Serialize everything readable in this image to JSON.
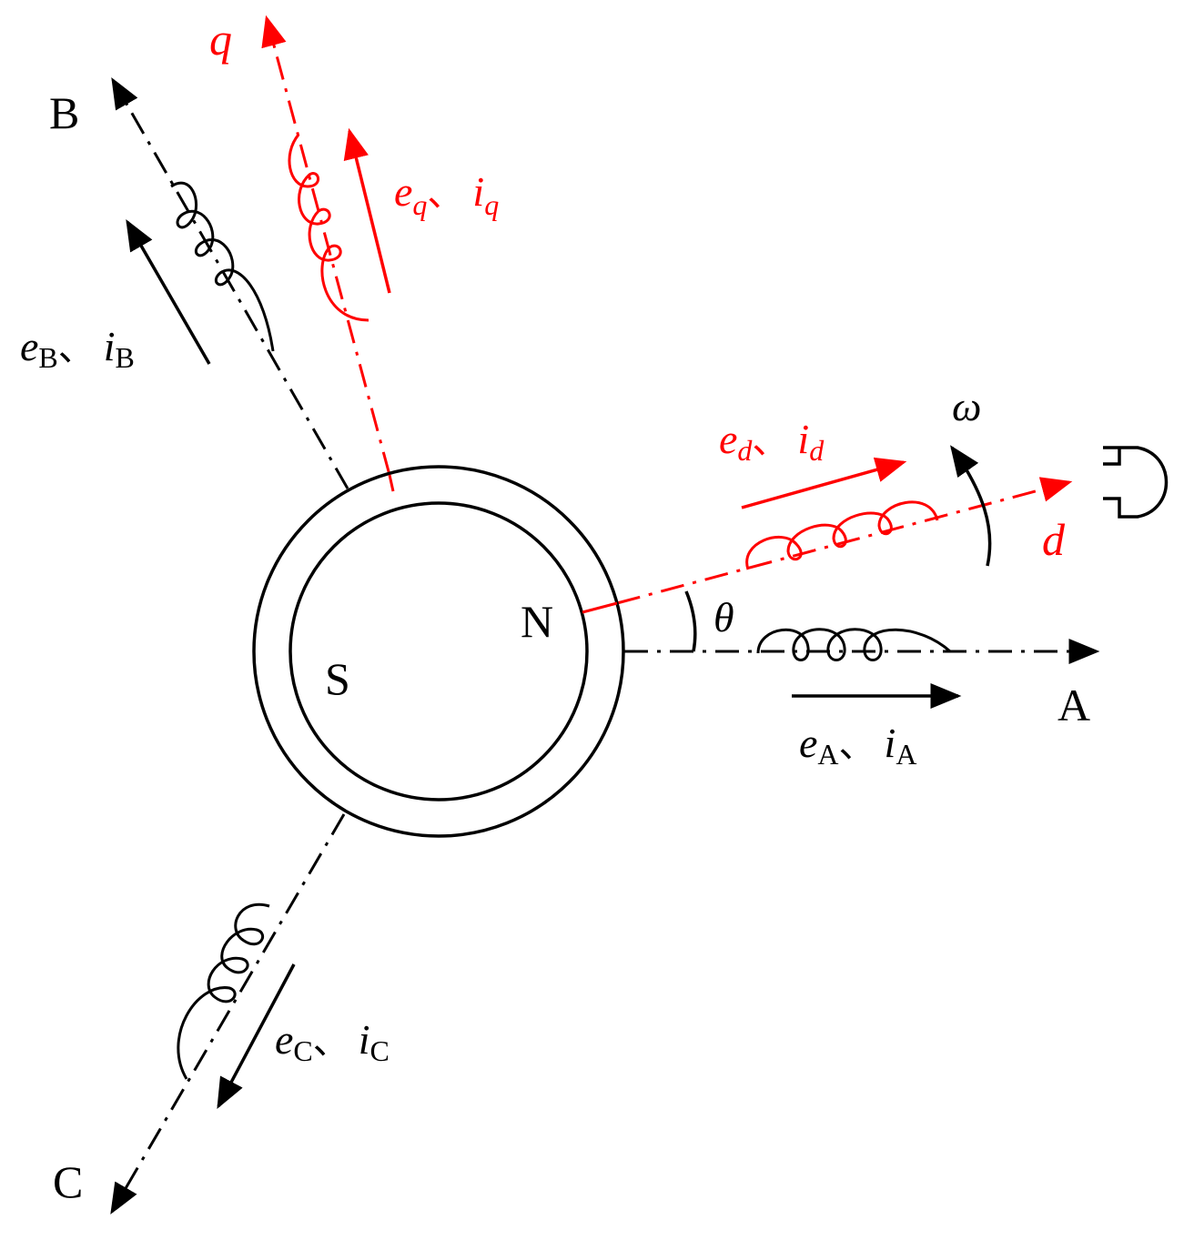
{
  "colors": {
    "stationary": "#000000",
    "rotating": "#ff0000",
    "background": "#ffffff"
  },
  "axes": {
    "A": "A",
    "B": "B",
    "C": "C",
    "d": "d",
    "q": "q"
  },
  "rotor": {
    "north_pole": "N",
    "south_pole": "S"
  },
  "angle_label": "θ",
  "speed_label": "ω",
  "separator": "、",
  "vectors": {
    "A": {
      "e": "e",
      "e_sub": "A",
      "i": "i",
      "i_sub": "A"
    },
    "B": {
      "e": "e",
      "e_sub": "B",
      "i": "i",
      "i_sub": "B"
    },
    "C": {
      "e": "e",
      "e_sub": "C",
      "i": "i",
      "i_sub": "C"
    },
    "d": {
      "e": "e",
      "e_sub": "d",
      "i": "i",
      "i_sub": "d"
    },
    "q": {
      "e": "e",
      "e_sub": "q",
      "i": "i",
      "i_sub": "q"
    }
  }
}
